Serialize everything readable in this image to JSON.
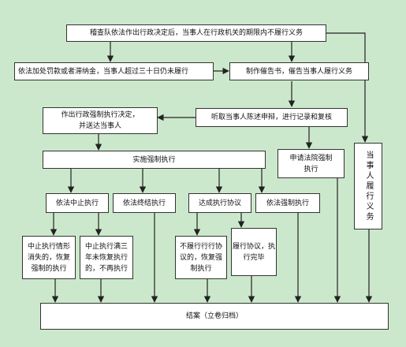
{
  "flowchart": {
    "nodes": {
      "start": "稽查队依法作出行政决定后，当事人在行政机关的期限内不履行义务",
      "fine_overdue": "依法加处罚款或者滞纳金，当事人超过三十日仍未履行",
      "notice": "制作催告书，催告当事人履行义务",
      "decision": "作出行政强制执行决定，\n并送达当事人",
      "hearing": "听取当事人陈述申辩，进行记录和复核",
      "implement": "实施强制执行",
      "apply_court": "申请法院强制\n执行",
      "perform": "当事人履行义务",
      "suspend": "依法中止执行",
      "terminate": "依法终结执行",
      "agreement": "达成执行协议",
      "court_enforce": "依法强制执行",
      "suspend_resolved": "中止执行情形\n消失的，恢复\n强制的执行",
      "suspend_three_years": "中止执行满三\n年未恢复执行\n的，不再执行",
      "agreement_breach": "不履行行行协\n议的，恢复强\n制执行",
      "agreement_done": "履行协议，执\n行完毕",
      "close": "结案（立卷归档）"
    }
  },
  "colors": {
    "background": "#cce8cc",
    "box": "#ffffff",
    "line": "#222222"
  }
}
